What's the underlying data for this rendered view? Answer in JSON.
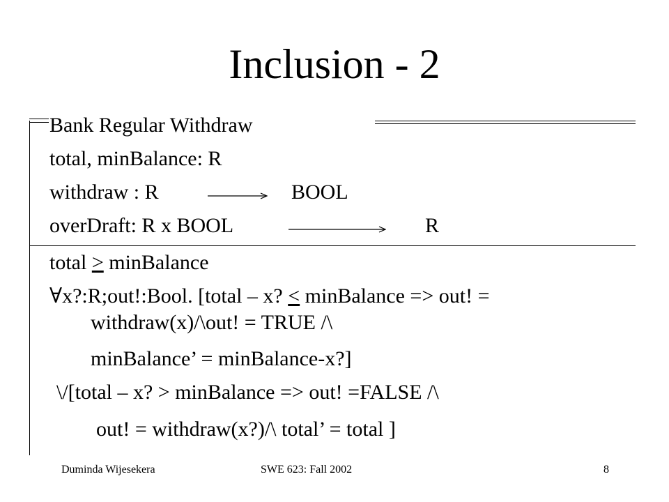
{
  "slide": {
    "title": "Inclusion - 2",
    "schema_name": "Bank Regular Withdraw",
    "declarations": {
      "line1": "total, minBalance: R",
      "line2_left": "withdraw : R",
      "line2_right": "BOOL",
      "line3_left": "overDraft:  R x BOOL",
      "line3_right": "R"
    },
    "predicates": {
      "p1_pre": "total ",
      "p1_op": ">",
      "p1_post": " minBalance",
      "p2_pre": "∀x?:R;out!:Bool.  [total – x? ",
      "p2_op": "<",
      "p2_post": " minBalance => out! =",
      "p3": "withdraw(x)/\\out! = TRUE /\\",
      "p4": "minBalance’ = minBalance-x?]",
      "p5": "\\/[total – x? >  minBalance => out! =FALSE  /\\",
      "p6": "out! = withdraw(x?)/\\  total’ = total ]"
    }
  },
  "footer": {
    "author": "Duminda Wijesekera",
    "course": "SWE 623: Fall 2002",
    "page": "8"
  }
}
